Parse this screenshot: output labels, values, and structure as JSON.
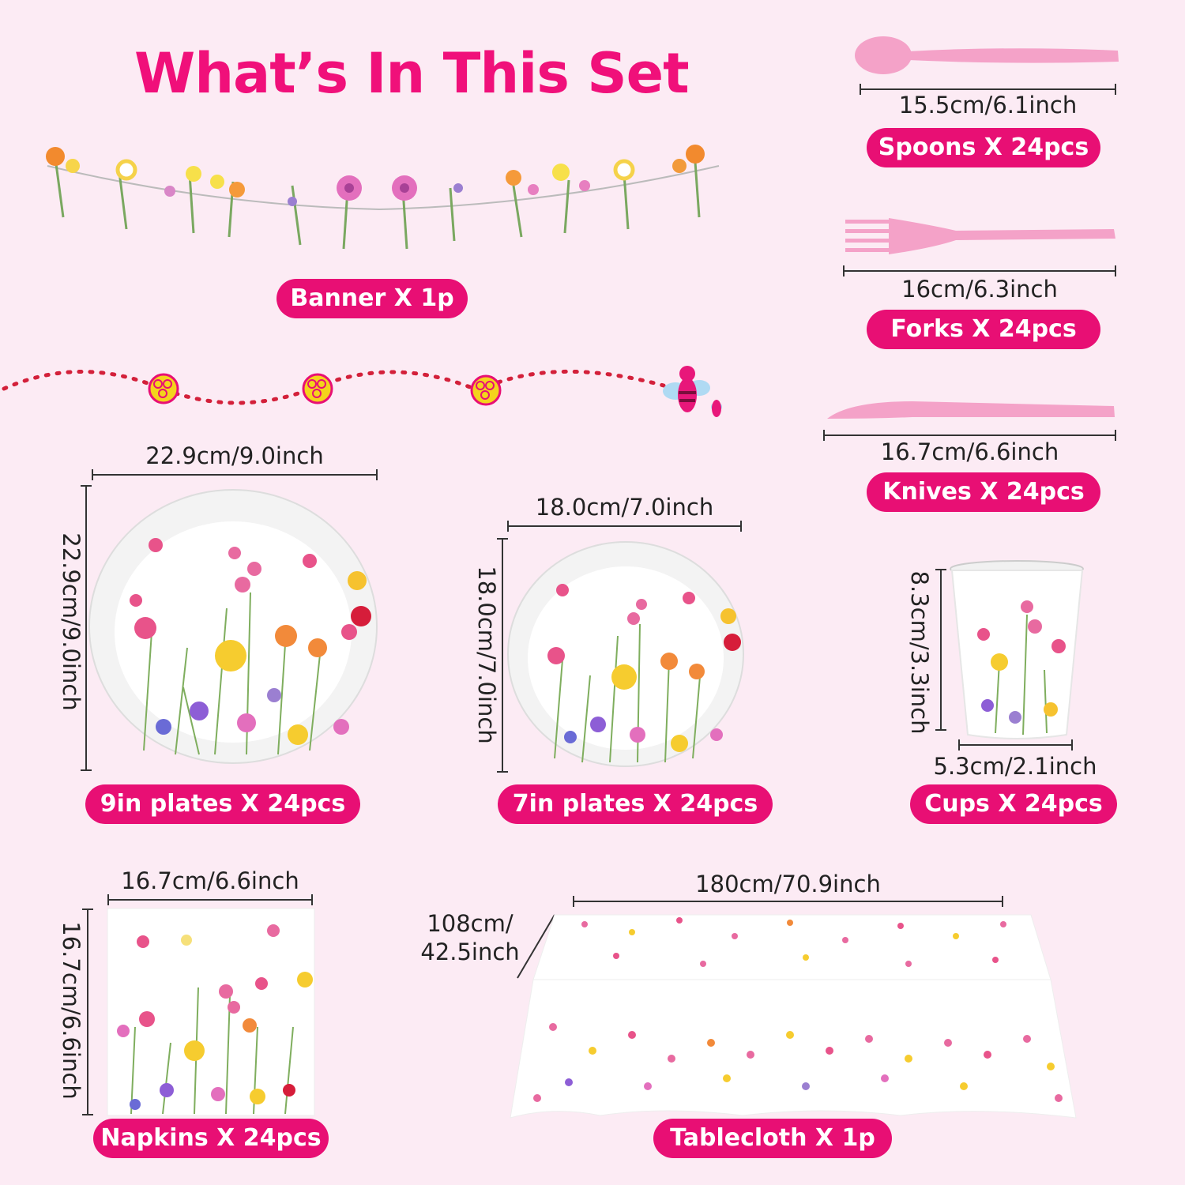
{
  "title": "What’s In This Set",
  "colors": {
    "accent": "#e80f74",
    "background": "#fcebf4",
    "utensil_pink": "#f4a2c8"
  },
  "items": {
    "banner": {
      "label": "Banner X 1p"
    },
    "spoons": {
      "label": "Spoons X 24pcs",
      "size": "15.5cm/6.1inch"
    },
    "forks": {
      "label": "Forks X 24pcs",
      "size": "16cm/6.3inch"
    },
    "knives": {
      "label": "Knives X 24pcs",
      "size": "16.7cm/6.6inch"
    },
    "plates9": {
      "label": "9in plates X 24pcs",
      "width": "22.9cm/9.0inch",
      "height": "22.9cm/9.0inch"
    },
    "plates7": {
      "label": "7in plates X 24pcs",
      "width": "18.0cm/7.0inch",
      "height": "18.0cm/7.0inch"
    },
    "cups": {
      "label": "Cups X 24pcs",
      "height": "8.3cm/3.3inch",
      "width": "5.3cm/2.1inch"
    },
    "napkins": {
      "label": "Napkins X 24pcs",
      "width": "16.7cm/6.6inch",
      "height": "16.7cm/6.6inch"
    },
    "tablecloth": {
      "label": "Tablecloth X 1p",
      "width": "180cm/70.9inch",
      "depth_line1": "108cm/",
      "depth_line2": "42.5inch"
    }
  },
  "icons": [
    "flower-banner-icon",
    "bee-icon",
    "honeycomb-icon",
    "spoon-icon",
    "fork-icon",
    "knife-icon",
    "plate-icon",
    "cup-icon",
    "napkin-icon",
    "tablecloth-icon"
  ]
}
